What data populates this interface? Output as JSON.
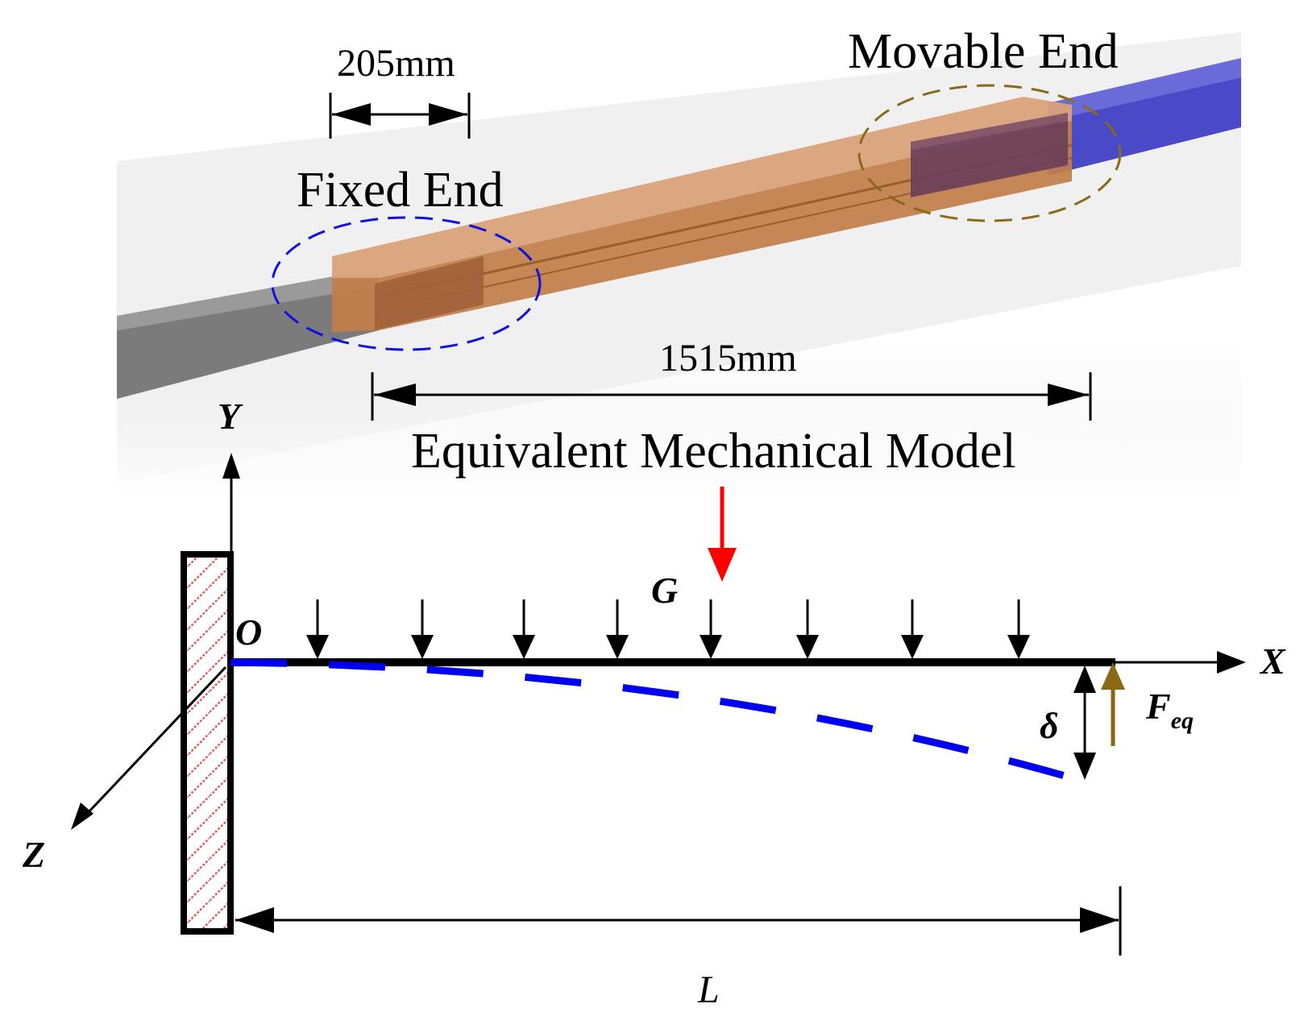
{
  "top_model": {
    "fixed_end_label": "Fixed End",
    "movable_end_label": "Movable End",
    "dim_fixed_length": "205mm",
    "dim_span_length": "1515mm",
    "colors": {
      "fixed_beam": "#7b7b7b",
      "sliding_sleeve": "#c17e48",
      "movable_beam": "#4a4ac8",
      "fixed_end_ellipse": "#1010e0",
      "movable_end_ellipse": "#8a6a1a"
    }
  },
  "caption": "Equivalent Mechanical Model",
  "mechanical_model": {
    "axis_x": "X",
    "axis_y": "Y",
    "axis_z": "Z",
    "origin": "O",
    "gravity_label": "G",
    "deflection_label": "δ",
    "force_label_main": "F",
    "force_label_sub": "eq",
    "length_label": "L",
    "distributed_load_arrow_count": 8,
    "colors": {
      "gravity_arrow": "#ff0000",
      "deflection_curve": "#0000ee",
      "force_arrow": "#8b6914",
      "wall_hatch": "#e06060"
    }
  }
}
